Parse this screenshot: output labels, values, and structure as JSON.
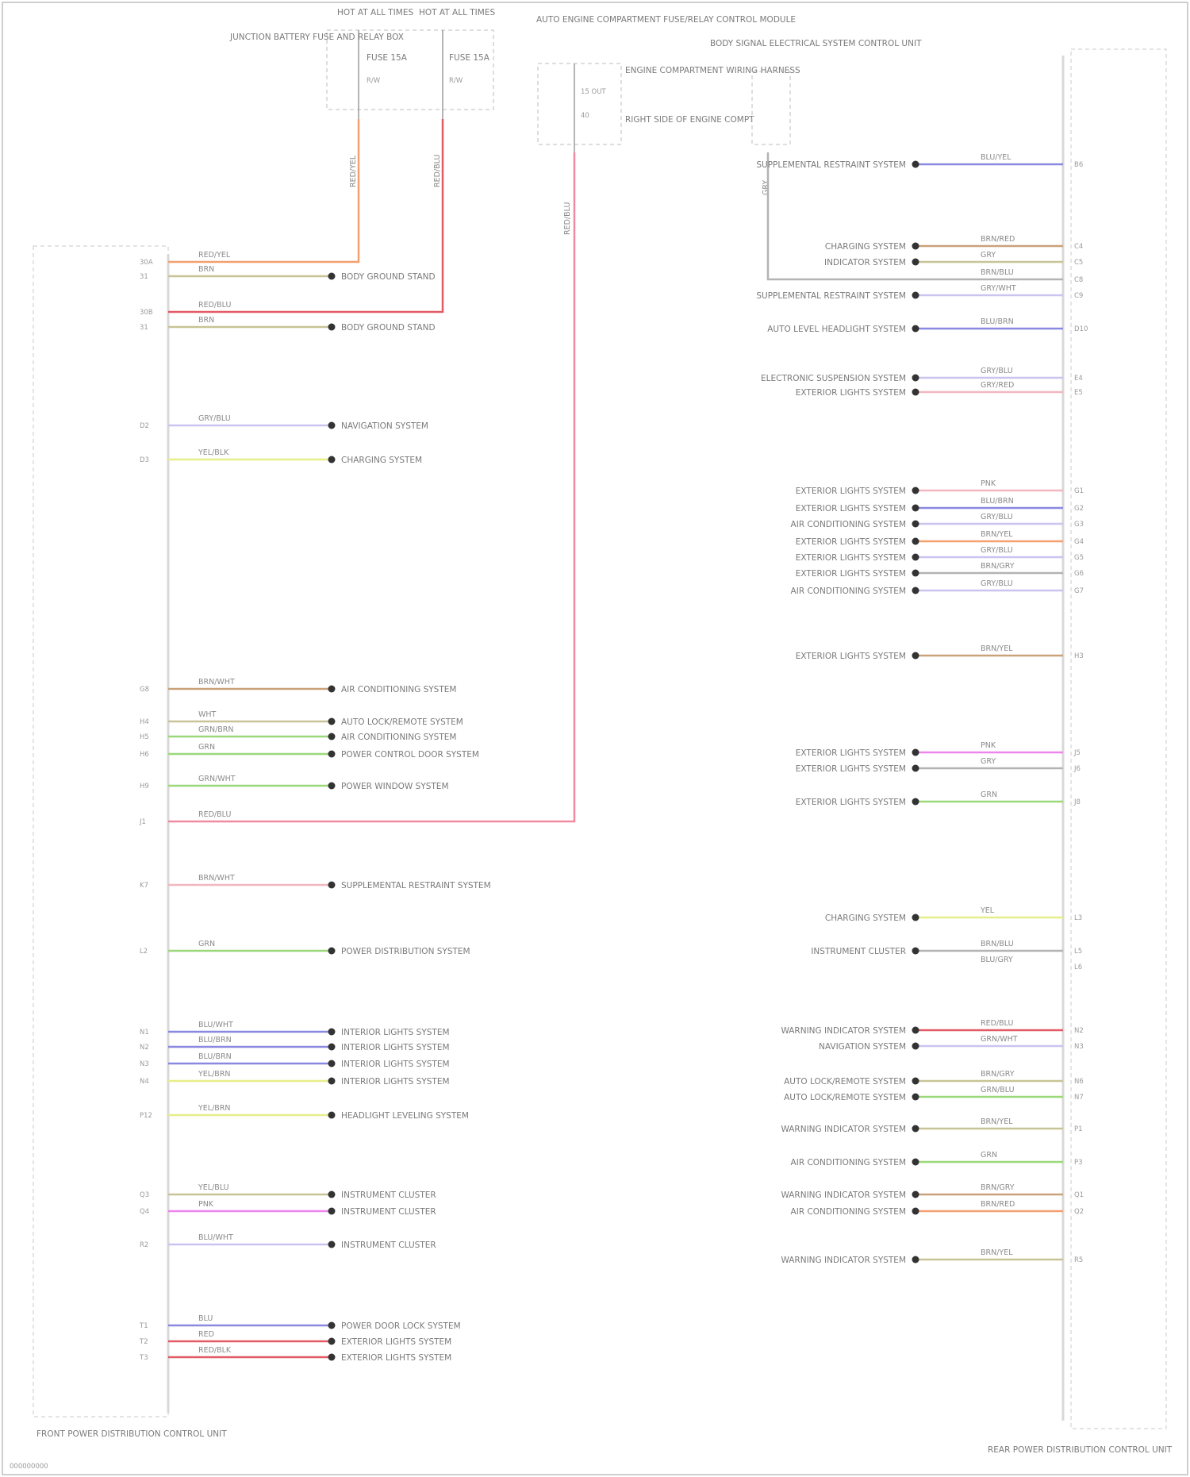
{
  "colors": {
    "orange": "#f4a070",
    "red": "#e25a66",
    "pink": "#f08aa0",
    "violet": "#8a88e0",
    "lavender": "#c9c4f0",
    "yellow": "#e6ee8a",
    "green": "#9ad87a",
    "olive": "#c7c497",
    "gray": "#b3b3b3",
    "magenta": "#ec86ee",
    "brown": "#caa27a",
    "lightpink": "#f2b7c0"
  },
  "labels": {
    "fuse_a": "FUSE 15A",
    "fuse_b": "FUSE 15A",
    "fuse_a_pin": "R/W",
    "fuse_b_pin": "R/W",
    "hot_at_all_times_1": "HOT AT ALL TIMES",
    "hot_at_all_times_2": "HOT AT ALL TIMES",
    "fuse_panel_note": "JUNCTION BATTERY FUSE AND RELAY BOX",
    "ecm_title": "AUTO ENGINE COMPARTMENT FUSE/RELAY CONTROL MODULE",
    "ecm_pin1": "15 OUT",
    "ecm_pin2": "40",
    "ecm_note1": "ENGINE COMPARTMENT WIRING HARNESS",
    "ecm_note2": "RIGHT SIDE OF ENGINE COMPT",
    "body_ctrl_title": "BODY SIGNAL ELECTRICAL SYSTEM CONTROL UNIT",
    "wire_vertical_1": "RED/YEL",
    "wire_vertical_2": "RED/BLU",
    "wire_vertical_3": "RED/BLU",
    "wire_vertical_4": "GRY",
    "left_module_title": "FRONT POWER DISTRIBUTION CONTROL UNIT",
    "right_module_title": "REAR POWER DISTRIBUTION CONTROL UNIT",
    "footer": "000000000"
  },
  "left_rows": [
    {
      "pin": "30A",
      "wire": "RED/YEL",
      "dest": ""
    },
    {
      "pin": "31",
      "wire": "BRN",
      "dest": "BODY GROUND STAND"
    },
    {
      "pin": "30B",
      "wire": "RED/BLU",
      "dest": ""
    },
    {
      "pin": "31",
      "wire": "BRN",
      "dest": "BODY GROUND STAND"
    },
    {
      "pin": "D2",
      "wire": "GRY/BLU",
      "dest": "NAVIGATION SYSTEM"
    },
    {
      "pin": "D3",
      "wire": "YEL/BLK",
      "dest": "CHARGING SYSTEM"
    },
    {
      "pin": "G8",
      "wire": "BRN/WHT",
      "dest": "AIR CONDITIONING SYSTEM"
    },
    {
      "pin": "H4",
      "wire": "WHT",
      "dest": "AUTO LOCK/REMOTE SYSTEM"
    },
    {
      "pin": "H5",
      "wire": "GRN/BRN",
      "dest": "AIR CONDITIONING SYSTEM"
    },
    {
      "pin": "H6",
      "wire": "GRN",
      "dest": "POWER CONTROL DOOR SYSTEM"
    },
    {
      "pin": "H9",
      "wire": "GRN/WHT",
      "dest": "POWER WINDOW SYSTEM"
    },
    {
      "pin": "J1",
      "wire": "RED/BLU",
      "dest": ""
    },
    {
      "pin": "K7",
      "wire": "BRN/WHT",
      "dest": "SUPPLEMENTAL RESTRAINT SYSTEM"
    },
    {
      "pin": "L2",
      "wire": "GRN",
      "dest": "POWER DISTRIBUTION SYSTEM"
    },
    {
      "pin": "N1",
      "wire": "BLU/WHT",
      "dest": "INTERIOR LIGHTS SYSTEM"
    },
    {
      "pin": "N2",
      "wire": "BLU/BRN",
      "dest": "INTERIOR LIGHTS SYSTEM"
    },
    {
      "pin": "N3",
      "wire": "BLU/BRN",
      "dest": "INTERIOR LIGHTS SYSTEM"
    },
    {
      "pin": "N4",
      "wire": "YEL/BRN",
      "dest": "INTERIOR LIGHTS SYSTEM"
    },
    {
      "pin": "P12",
      "wire": "YEL/BRN",
      "dest": "HEADLIGHT LEVELING SYSTEM"
    },
    {
      "pin": "Q3",
      "wire": "YEL/BLU",
      "dest": "INSTRUMENT CLUSTER"
    },
    {
      "pin": "Q4",
      "wire": "PNK",
      "dest": "INSTRUMENT CLUSTER"
    },
    {
      "pin": "R2",
      "wire": "BLU/WHT",
      "dest": "INSTRUMENT CLUSTER"
    },
    {
      "pin": "T1",
      "wire": "BLU",
      "dest": "POWER DOOR LOCK SYSTEM"
    },
    {
      "pin": "T2",
      "wire": "RED",
      "dest": "EXTERIOR LIGHTS SYSTEM"
    },
    {
      "pin": "T3",
      "wire": "RED/BLK",
      "dest": "EXTERIOR LIGHTS SYSTEM"
    }
  ],
  "right_rows": [
    {
      "pin": "B6",
      "wire": "BLU/YEL",
      "dest": "SUPPLEMENTAL RESTRAINT SYSTEM"
    },
    {
      "pin": "C4",
      "wire": "BRN/RED",
      "dest": "CHARGING SYSTEM"
    },
    {
      "pin": "C5",
      "wire": "GRY",
      "dest": "INDICATOR SYSTEM"
    },
    {
      "pin": "C8",
      "wire": "BRN/BLU",
      "dest": ""
    },
    {
      "pin": "C9",
      "wire": "GRY/WHT",
      "dest": "SUPPLEMENTAL RESTRAINT SYSTEM"
    },
    {
      "pin": "D10",
      "wire": "BLU/BRN",
      "dest": "AUTO LEVEL HEADLIGHT SYSTEM"
    },
    {
      "pin": "E4",
      "wire": "GRY/BLU",
      "dest": "ELECTRONIC SUSPENSION SYSTEM"
    },
    {
      "pin": "E5",
      "wire": "GRY/RED",
      "dest": "EXTERIOR LIGHTS SYSTEM"
    },
    {
      "pin": "G1",
      "wire": "PNK",
      "dest": "EXTERIOR LIGHTS SYSTEM"
    },
    {
      "pin": "G2",
      "wire": "BLU/BRN",
      "dest": "EXTERIOR LIGHTS SYSTEM"
    },
    {
      "pin": "G3",
      "wire": "GRY/BLU",
      "dest": "AIR CONDITIONING SYSTEM"
    },
    {
      "pin": "G4",
      "wire": "BRN/YEL",
      "dest": "EXTERIOR LIGHTS SYSTEM"
    },
    {
      "pin": "G5",
      "wire": "GRY/BLU",
      "dest": "EXTERIOR LIGHTS SYSTEM"
    },
    {
      "pin": "G6",
      "wire": "BRN/GRY",
      "dest": "EXTERIOR LIGHTS SYSTEM"
    },
    {
      "pin": "G7",
      "wire": "GRY/BLU",
      "dest": "AIR CONDITIONING SYSTEM"
    },
    {
      "pin": "H3",
      "wire": "BRN/YEL",
      "dest": "EXTERIOR LIGHTS SYSTEM"
    },
    {
      "pin": "J5",
      "wire": "PNK",
      "dest": "EXTERIOR LIGHTS SYSTEM"
    },
    {
      "pin": "J6",
      "wire": "GRY",
      "dest": "EXTERIOR LIGHTS SYSTEM"
    },
    {
      "pin": "J8",
      "wire": "GRN",
      "dest": "EXTERIOR LIGHTS SYSTEM"
    },
    {
      "pin": "L3",
      "wire": "YEL",
      "dest": "CHARGING SYSTEM"
    },
    {
      "pin": "L5",
      "wire": "BRN/BLU",
      "dest": "INSTRUMENT CLUSTER"
    },
    {
      "pin": "L6",
      "wire": "BLU/GRY",
      "dest": ""
    },
    {
      "pin": "N2",
      "wire": "RED/BLU",
      "dest": "WARNING INDICATOR SYSTEM"
    },
    {
      "pin": "N3",
      "wire": "GRN/WHT",
      "dest": "NAVIGATION SYSTEM"
    },
    {
      "pin": "N6",
      "wire": "BRN/GRY",
      "dest": "AUTO LOCK/REMOTE SYSTEM"
    },
    {
      "pin": "N7",
      "wire": "GRN/BLU",
      "dest": "AUTO LOCK/REMOTE SYSTEM"
    },
    {
      "pin": "P1",
      "wire": "BRN/YEL",
      "dest": "WARNING INDICATOR SYSTEM"
    },
    {
      "pin": "P3",
      "wire": "GRN",
      "dest": "AIR CONDITIONING SYSTEM"
    },
    {
      "pin": "Q1",
      "wire": "BRN/GRY",
      "dest": "WARNING INDICATOR SYSTEM"
    },
    {
      "pin": "Q2",
      "wire": "BRN/RED",
      "dest": "AIR CONDITIONING SYSTEM"
    },
    {
      "pin": "R5",
      "wire": "BRN/YEL",
      "dest": "WARNING INDICATOR SYSTEM"
    }
  ]
}
